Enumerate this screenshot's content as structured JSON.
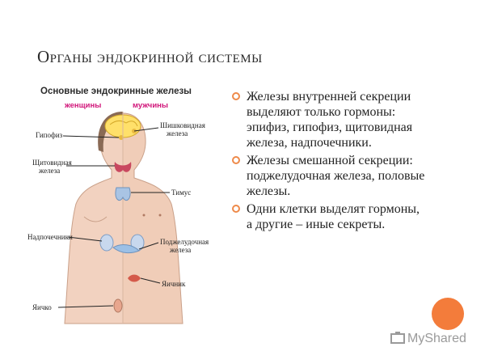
{
  "slide": {
    "title": "Органы эндокринной системы",
    "figure": {
      "heading": "Основные эндокринные железы",
      "women_label": "женщины",
      "men_label": "мужчины",
      "labels": {
        "pituitary": "Гипофиз",
        "pineal_1": "Шишковидная",
        "pineal_2": "железа",
        "thyroid_1": "Щитовидная",
        "thyroid_2": "железа",
        "thymus": "Тимус",
        "adrenal": "Надпочечники",
        "pancreas_1": "Поджелудочная",
        "pancreas_2": "железа",
        "ovary": "Яичник",
        "testis": "Яичко"
      }
    },
    "bullets": [
      "Железы внутренней секреции выделяют только гормоны: эпифиз, гипофиз, щитовидная железа, надпочечники.",
      "Железы смешанной секреции: поджелудочная железа, половые железы.",
      "Одни клетки выделят гормоны, а другие – иные секреты."
    ],
    "watermark": "MyShared",
    "accent_color": "#f37c3b"
  }
}
